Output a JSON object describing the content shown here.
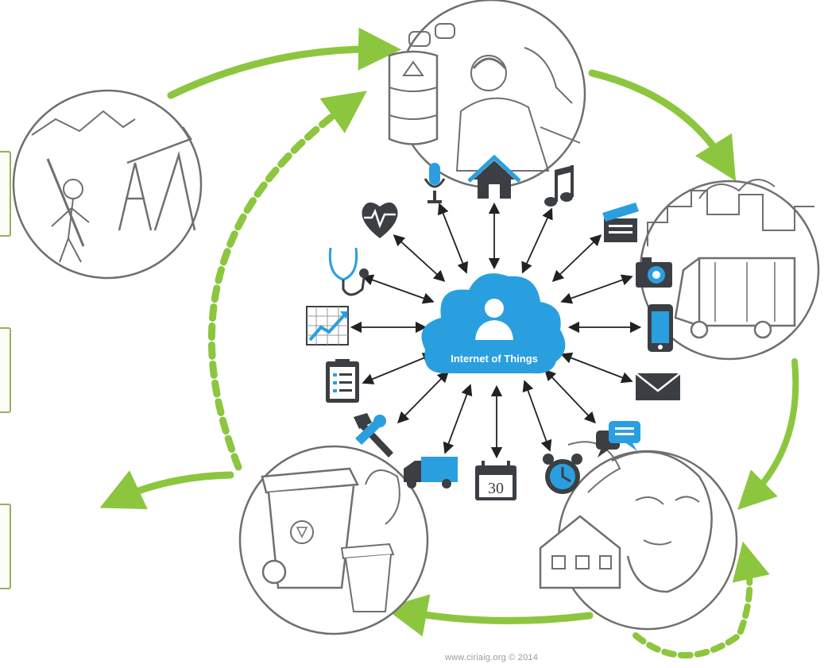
{
  "diagram": {
    "center_label": "Internet of Things",
    "credit": "www.ciriaig.org © 2014",
    "colors": {
      "accent_green": "#8cc63f",
      "cloud_blue": "#2a9fe0",
      "sketch_gray": "#6f6f6f",
      "icon_dark": "#3b3f44"
    },
    "icons": [
      "microphone-icon",
      "home-icon",
      "music-note-icon",
      "clapperboard-icon",
      "camera-icon",
      "smartphone-icon",
      "mail-icon",
      "chat-bubble-icon",
      "alarm-clock-icon",
      "calendar-icon",
      "delivery-truck-icon",
      "tools-icon",
      "clipboard-icon",
      "chart-icon",
      "stethoscope-icon",
      "heart-rate-icon"
    ],
    "calendar_day": "30",
    "stages": [
      "oil-extraction-scene",
      "manufacturing-scene",
      "transport-scene",
      "consumer-scene",
      "waste-recycling-scene"
    ]
  }
}
